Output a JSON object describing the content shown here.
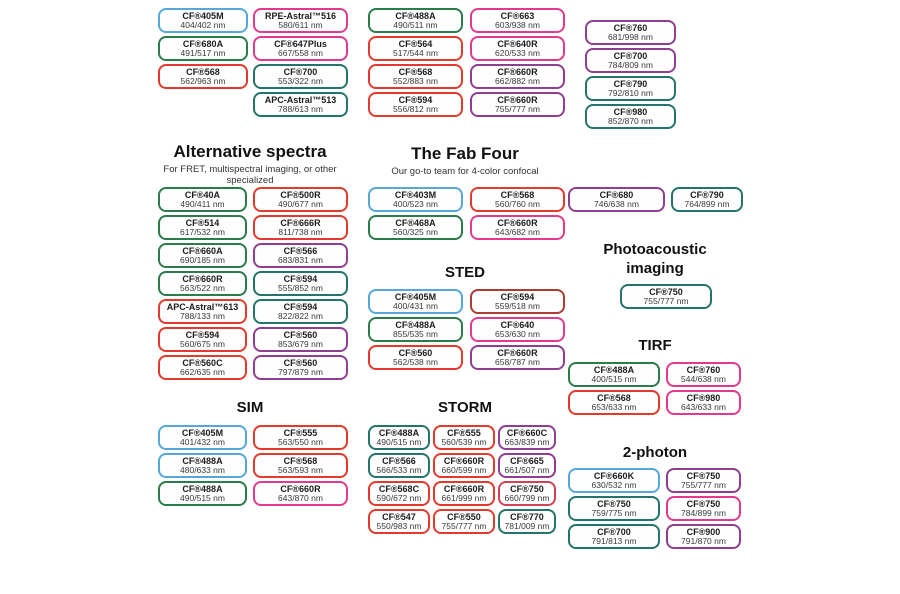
{
  "colors": {
    "blue": "#55a8d9",
    "green": "#2b7b4c",
    "teal": "#23746a",
    "red": "#e23a2c",
    "pink": "#e13a8e",
    "purple": "#8f3e90",
    "crimson": "#d04255",
    "darkred": "#aa3c31"
  },
  "sections": {
    "top": {
      "columns": [
        {
          "pills": [
            {
              "name": "CF®405M",
              "range": "404/402 nm",
              "color": "blue"
            },
            {
              "name": "CF®680A",
              "range": "491/517 nm",
              "color": "green"
            },
            {
              "name": "CF®568",
              "range": "562/963 nm",
              "color": "red"
            }
          ]
        },
        {
          "pills": [
            {
              "name": "RPE-Astral™516",
              "range": "580/611 nm",
              "color": "pink"
            },
            {
              "name": "CF®647Plus",
              "range": "667/558 nm",
              "color": "pink"
            },
            {
              "name": "CF®700",
              "range": "553/322 nm",
              "color": "teal"
            },
            {
              "name": "APC-Astral™513",
              "range": "788/613 nm",
              "color": "teal"
            }
          ]
        },
        {
          "pills": [
            {
              "name": "CF®488A",
              "range": "490/511 nm",
              "color": "green"
            },
            {
              "name": "CF®564",
              "range": "517/544 nm",
              "color": "red"
            },
            {
              "name": "CF®568",
              "range": "552/883 nm",
              "color": "red"
            },
            {
              "name": "CF®594",
              "range": "556/812 nm",
              "color": "red"
            }
          ]
        },
        {
          "pills": [
            {
              "name": "CF®663",
              "range": "603/938 nm",
              "color": "pink"
            },
            {
              "name": "CF®640R",
              "range": "620/533 nm",
              "color": "pink"
            },
            {
              "name": "CF®660R",
              "range": "662/882 nm",
              "color": "purple"
            },
            {
              "name": "CF®660R",
              "range": "755/777 nm",
              "color": "purple"
            }
          ]
        },
        {
          "pills": [
            {
              "name": "CF®760",
              "range": "681/998 nm",
              "color": "purple"
            },
            {
              "name": "CF®700",
              "range": "784/809 nm",
              "color": "purple"
            },
            {
              "name": "CF®790",
              "range": "792/810 nm",
              "color": "teal"
            },
            {
              "name": "CF®980",
              "range": "852/870 nm",
              "color": "teal"
            }
          ]
        }
      ]
    },
    "alternative": {
      "title": "Alternative spectra",
      "subtitle": "For FRET, multispectral imaging, or other specialized",
      "columns": [
        {
          "pills": [
            {
              "name": "CF®40A",
              "range": "490/411 nm",
              "color": "green"
            },
            {
              "name": "CF®514",
              "range": "617/532 nm",
              "color": "green"
            },
            {
              "name": "CF®660A",
              "range": "690/185 nm",
              "color": "green"
            },
            {
              "name": "CF®660R",
              "range": "563/522 nm",
              "color": "green"
            },
            {
              "name": "APC-Astral™613",
              "range": "788/133 nm",
              "color": "red"
            },
            {
              "name": "CF®594",
              "range": "560/675 nm",
              "color": "red"
            },
            {
              "name": "CF®560C",
              "range": "662/635 nm",
              "color": "red"
            }
          ]
        },
        {
          "pills": [
            {
              "name": "CF®500R",
              "range": "490/677 nm",
              "color": "red"
            },
            {
              "name": "CF®666R",
              "range": "811/738 nm",
              "color": "red"
            },
            {
              "name": "CF®566",
              "range": "683/831 nm",
              "color": "purple"
            },
            {
              "name": "CF®594",
              "range": "555/852 nm",
              "color": "teal"
            },
            {
              "name": "CF®594",
              "range": "822/822 nm",
              "color": "teal"
            },
            {
              "name": "CF®560",
              "range": "853/679 nm",
              "color": "purple"
            },
            {
              "name": "CF®560",
              "range": "797/879 nm",
              "color": "purple"
            }
          ]
        }
      ]
    },
    "fabfour": {
      "title": "The Fab Four",
      "subtitle": "Our go-to team for 4-color confocal",
      "columns": [
        {
          "pills": [
            {
              "name": "CF®403M",
              "range": "400/523 nm",
              "color": "blue"
            },
            {
              "name": "CF®468A",
              "range": "560/325 nm",
              "color": "green"
            }
          ]
        },
        {
          "pills": [
            {
              "name": "CF®568",
              "range": "560/760 nm",
              "color": "red"
            },
            {
              "name": "CF®660R",
              "range": "643/682 nm",
              "color": "pink"
            }
          ]
        }
      ]
    },
    "sted": {
      "title": "STED",
      "columns": [
        {
          "pills": [
            {
              "name": "CF®405M",
              "range": "400/431 nm",
              "color": "blue"
            },
            {
              "name": "CF®488A",
              "range": "855/535 nm",
              "color": "green"
            },
            {
              "name": "CF®560",
              "range": "562/538 nm",
              "color": "red"
            }
          ]
        },
        {
          "pills": [
            {
              "name": "CF®594",
              "range": "559/518 nm",
              "color": "darkred"
            },
            {
              "name": "CF®640",
              "range": "653/630 nm",
              "color": "pink"
            },
            {
              "name": "CF®660R",
              "range": "658/787 nm",
              "color": "purple"
            }
          ]
        }
      ]
    },
    "sim": {
      "title": "SIM",
      "columns": [
        {
          "pills": [
            {
              "name": "CF®405M",
              "range": "401/432 nm",
              "color": "blue"
            },
            {
              "name": "CF®488A",
              "range": "480/633 nm",
              "color": "blue"
            },
            {
              "name": "CF®488A",
              "range": "490/515 nm",
              "color": "green"
            }
          ]
        },
        {
          "pills": [
            {
              "name": "CF®555",
              "range": "563/550 nm",
              "color": "red"
            },
            {
              "name": "CF®568",
              "range": "563/593 nm",
              "color": "red"
            },
            {
              "name": "CF®660R",
              "range": "643/870 nm",
              "color": "pink"
            }
          ]
        }
      ]
    },
    "storm": {
      "title": "STORM",
      "columns": [
        {
          "pills": [
            {
              "name": "CF®488A",
              "range": "490/515 nm",
              "color": "teal"
            },
            {
              "name": "CF®566",
              "range": "566/533 nm",
              "color": "teal"
            },
            {
              "name": "CF®568C",
              "range": "590/672 nm",
              "color": "red"
            },
            {
              "name": "CF®547",
              "range": "550/983 nm",
              "color": "red"
            }
          ]
        },
        {
          "pills": [
            {
              "name": "CF®555",
              "range": "560/539 nm",
              "color": "red"
            },
            {
              "name": "CF®660R",
              "range": "660/599 nm",
              "color": "red"
            },
            {
              "name": "CF®660R",
              "range": "661/999 nm",
              "color": "red"
            },
            {
              "name": "CF®550",
              "range": "755/777 nm",
              "color": "red"
            }
          ]
        },
        {
          "pills": [
            {
              "name": "CF®660C",
              "range": "663/839 nm",
              "color": "purple"
            },
            {
              "name": "CF®665",
              "range": "661/507 nm",
              "color": "purple"
            },
            {
              "name": "CF®750",
              "range": "660/799 nm",
              "color": "crimson"
            },
            {
              "name": "CF®770",
              "range": "781/009 nm",
              "color": "teal"
            }
          ]
        }
      ]
    },
    "solo": {
      "columns": [
        {
          "pills": [
            {
              "name": "CF®680",
              "range": "746/638 nm",
              "color": "purple"
            }
          ]
        },
        {
          "pills": [
            {
              "name": "CF®790",
              "range": "764/899 nm",
              "color": "teal"
            }
          ]
        }
      ]
    },
    "photoacoustic": {
      "title": "Photoacoustic imaging",
      "columns": [
        {
          "pills": [
            {
              "name": "CF®750",
              "range": "755/777 nm",
              "color": "teal"
            }
          ]
        }
      ]
    },
    "tirf": {
      "title": "TIRF",
      "columns": [
        {
          "pills": [
            {
              "name": "CF®488A",
              "range": "400/515 nm",
              "color": "green"
            },
            {
              "name": "CF®568",
              "range": "653/633 nm",
              "color": "red"
            }
          ]
        },
        {
          "pills": [
            {
              "name": "CF®760",
              "range": "544/638 nm",
              "color": "pink"
            },
            {
              "name": "CF®980",
              "range": "643/633 nm",
              "color": "pink"
            }
          ]
        }
      ]
    },
    "twophoton": {
      "title": "2-photon",
      "columns": [
        {
          "pills": [
            {
              "name": "CF®660K",
              "range": "630/532 nm",
              "color": "blue"
            },
            {
              "name": "CF®750",
              "range": "759/775 nm",
              "color": "teal"
            },
            {
              "name": "CF®700",
              "range": "791/813 nm",
              "color": "teal"
            }
          ]
        },
        {
          "pills": [
            {
              "name": "CF®750",
              "range": "755/777 nm",
              "color": "purple"
            },
            {
              "name": "CF®750",
              "range": "784/899 nm",
              "color": "pink"
            },
            {
              "name": "CF®900",
              "range": "791/870 nm",
              "color": "purple"
            }
          ]
        }
      ]
    }
  }
}
